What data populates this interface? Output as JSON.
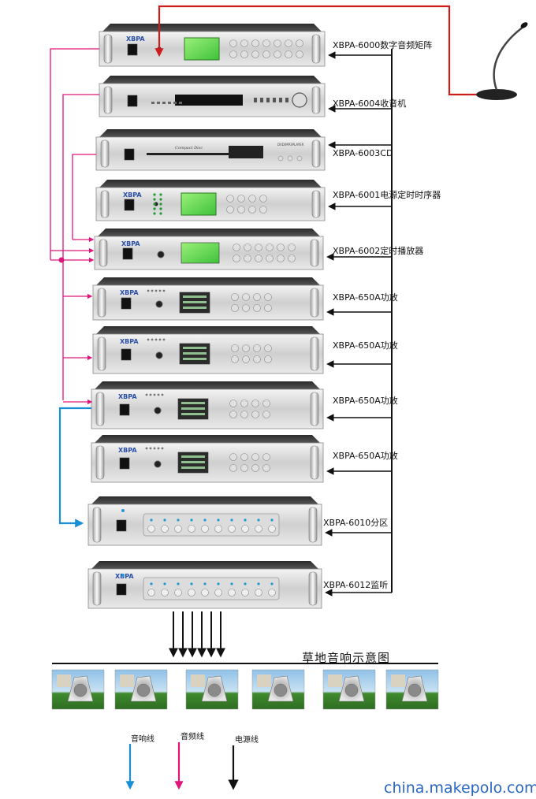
{
  "devices": [
    {
      "label": "XBPA-6000数字音频矩阵",
      "brand": "XBPA",
      "kind": "matrix"
    },
    {
      "label": "XBPA-6004收音机",
      "brand": "",
      "kind": "tuner"
    },
    {
      "label": "XBPA-6003CD",
      "brand": "",
      "kind": "cd",
      "panel_text": "Compact Disc",
      "panel_text2": "DVD/MP3PLAYER"
    },
    {
      "label": "XBPA-6001电源定时时序器",
      "brand": "XBPA",
      "kind": "timer"
    },
    {
      "label": "XBPA-6002定时播放器",
      "brand": "XBPA",
      "kind": "player"
    },
    {
      "label": "XBPA-650A功放",
      "brand": "XBPA",
      "kind": "amp"
    },
    {
      "label": "XBPA-650A功放",
      "brand": "XBPA",
      "kind": "amp"
    },
    {
      "label": "XBPA-650A功放",
      "brand": "XBPA",
      "kind": "amp"
    },
    {
      "label": "XBPA-650A功放",
      "brand": "XBPA",
      "kind": "amp"
    },
    {
      "label": "XBPA-6010分区",
      "brand": "",
      "kind": "zone"
    },
    {
      "label": "XBPA-6012监听",
      "brand": "XBPA",
      "kind": "monitor"
    }
  ],
  "section_title": "草地音响示意图",
  "legend": {
    "speaker_line": "音响线",
    "audio_line": "音频线",
    "power_line": "电源线"
  },
  "colors": {
    "speaker_line": "#1a8fd6",
    "audio_line": "#e0147a",
    "power_line": "#111111",
    "mic_line": "#cc1c1c"
  },
  "speaker_count": 6,
  "watermark": "china.makepolo.com"
}
